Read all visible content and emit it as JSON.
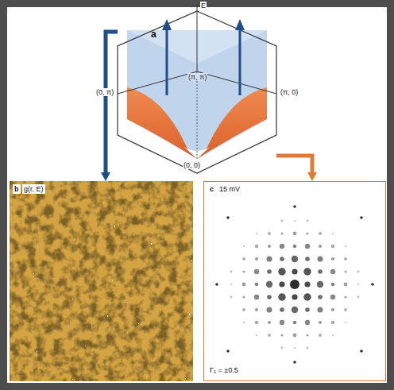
{
  "diagram": {
    "nodes": [
      {
        "text": [
          "a"
        ]
      },
      {
        "text": [
          "b",
          "g(r, E)"
        ]
      },
      {
        "text": [
          "c",
          "15 mV",
          "Γ₁ = ±0.5"
        ]
      }
    ],
    "edges": [
      {
        "from": 0,
        "to": 1,
        "arrow": "to"
      },
      {
        "from": 0,
        "to": 2,
        "arrow": "to"
      }
    ],
    "labels": [
      "E",
      "(π, π)",
      "(0, π)",
      "(π, 0)",
      "(0, 0)"
    ]
  }
}
